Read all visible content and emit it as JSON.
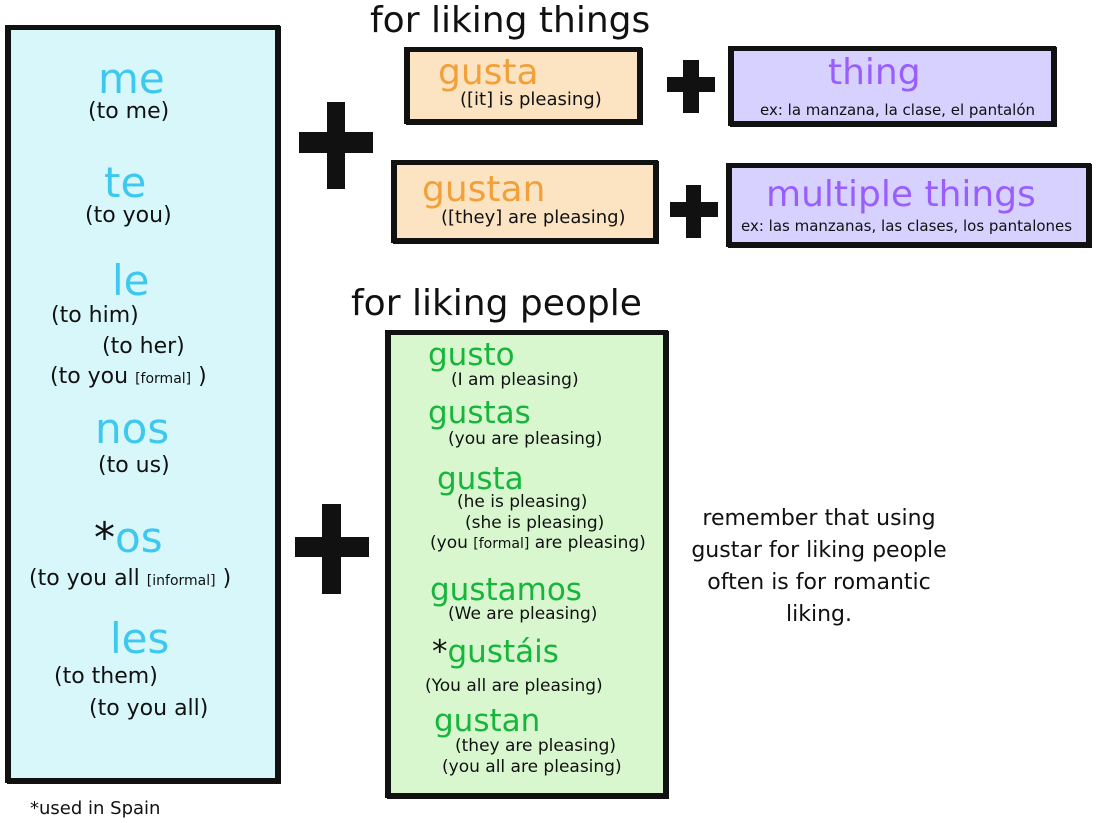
{
  "left_panel": {
    "items": [
      {
        "pronoun": "me",
        "gloss": [
          "(to me)"
        ]
      },
      {
        "pronoun": "te",
        "gloss": [
          "(to you)"
        ]
      },
      {
        "pronoun": "le",
        "gloss": [
          "(to him)",
          "(to her)",
          "(to you",
          "[formal]",
          ")"
        ]
      },
      {
        "pronoun": "nos",
        "gloss": [
          "(to us)"
        ]
      },
      {
        "pronoun_star": "*",
        "pronoun": "os",
        "gloss": [
          "(to you all",
          "[informal]",
          ")"
        ]
      },
      {
        "pronoun": "les",
        "gloss": [
          "(to them)",
          "(to you all)"
        ]
      }
    ],
    "footnote": "*used in Spain"
  },
  "things_section": {
    "title": "for liking things",
    "rows": [
      {
        "verb": "gusta",
        "meaning": "([it] is pleasing)",
        "object": "thing",
        "example": "ex: la manzana, la clase, el pantalón"
      },
      {
        "verb": "gustan",
        "meaning": "([they] are pleasing)",
        "object": "multiple things",
        "example": "ex: las manzanas, las clases, los pantalones"
      }
    ]
  },
  "people_section": {
    "title": "for liking people",
    "forms": [
      {
        "verb": "gusto",
        "gloss": [
          "(I am pleasing)"
        ]
      },
      {
        "verb": "gustas",
        "gloss": [
          "(you are pleasing)"
        ]
      },
      {
        "verb": "gusta",
        "gloss": [
          "(he is pleasing)",
          "(she is pleasing)",
          "(you",
          "[formal]",
          "are pleasing)"
        ]
      },
      {
        "verb": "gustamos",
        "gloss": [
          "(We are pleasing)"
        ]
      },
      {
        "verb_star": "*",
        "verb": "gustáis",
        "gloss": [
          "(You all are pleasing)"
        ]
      },
      {
        "verb": "gustan",
        "gloss": [
          "(they are pleasing)",
          "(you all are pleasing)"
        ]
      }
    ]
  },
  "side_note": "remember that using gustar for liking people often is for romantic liking.",
  "colors": {
    "pronoun": "#3cc8ef",
    "orange_verb": "#f2a03a",
    "purple_object": "#9a5eff",
    "green_verb": "#18b53c",
    "blue_panel": "#d8f7fb",
    "orange_panel": "#fce3c2",
    "purple_panel": "#d6d1ff",
    "green_panel": "#d8f7cf"
  },
  "icons": [
    "plus-icon"
  ]
}
